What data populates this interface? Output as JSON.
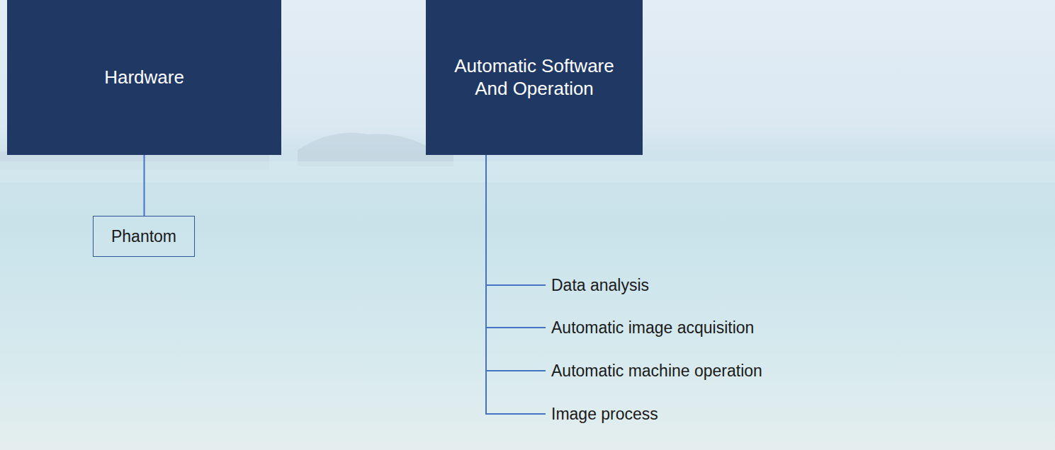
{
  "diagram": {
    "nodes": [
      {
        "text": [
          "Hardware"
        ]
      },
      {
        "text": [
          "Phantom"
        ]
      },
      {
        "text": [
          "Automatic Software And Operation"
        ]
      },
      {
        "text": [
          "Data analysis"
        ]
      },
      {
        "text": [
          "Automatic image acquisition"
        ]
      },
      {
        "text": [
          "Automatic machine operation"
        ]
      },
      {
        "text": [
          "Image process"
        ]
      }
    ],
    "edges": [
      {
        "from": 0,
        "to": 1,
        "arrow": "none"
      },
      {
        "from": 2,
        "to": 3,
        "arrow": "none"
      },
      {
        "from": 2,
        "to": 4,
        "arrow": "none"
      },
      {
        "from": 2,
        "to": 5,
        "arrow": "none"
      },
      {
        "from": 2,
        "to": 6,
        "arrow": "none"
      }
    ]
  }
}
